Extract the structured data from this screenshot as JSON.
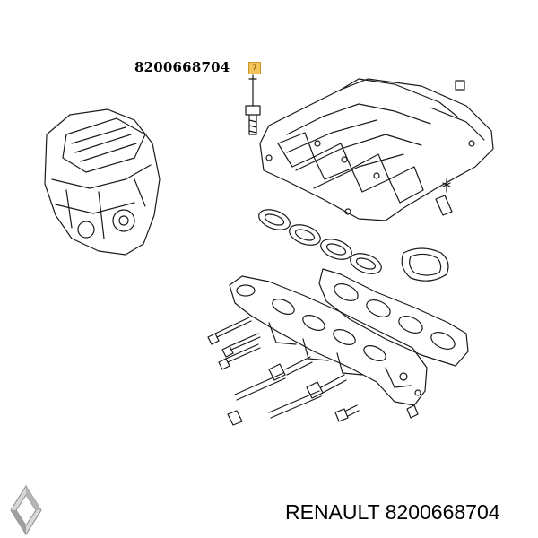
{
  "diagram": {
    "part_number_label": "8200668704",
    "callout_marker": "7",
    "footer": {
      "brand": "RENAULT",
      "part_number": "8200668704"
    },
    "logo_name": "renault-diamond-logo",
    "colors": {
      "line": "#1a1a1a",
      "marker_fill": "#f2c45a",
      "logo_light": "#d9d9d9",
      "logo_dark": "#8a8a8a"
    }
  }
}
